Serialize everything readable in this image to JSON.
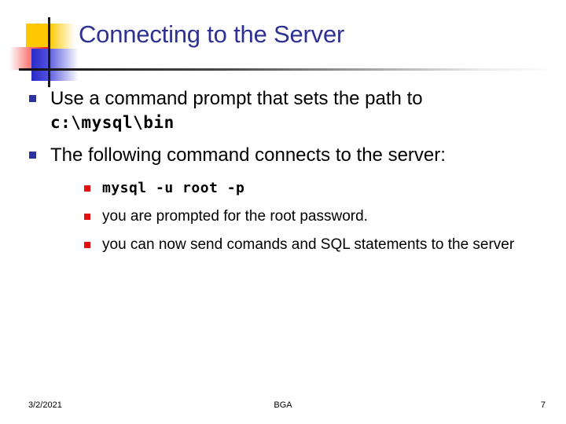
{
  "slide": {
    "title": "Connecting to the Server",
    "title_color": "#2E3192",
    "background": "#ffffff"
  },
  "decoration": {
    "yellow_color": "#FFC800",
    "red_color": "#F41111",
    "blue_color": "#2A2AC8",
    "line_color": "#1A1A1A"
  },
  "bullets": {
    "marker_color_level1": "#2B33A0",
    "marker_color_level2": "#E51111",
    "items": [
      {
        "level": 1,
        "text": "Use a command prompt that sets the path to",
        "mono_text": "c:\\mysql\\bin"
      },
      {
        "level": 1,
        "text": "The following command connects to the server:"
      }
    ],
    "sub_items": [
      {
        "level": 2,
        "mono": true,
        "text": "mysql -u root -p"
      },
      {
        "level": 2,
        "mono": false,
        "text": "you are prompted for the root password."
      },
      {
        "level": 2,
        "mono": false,
        "text": "you can now send comands and SQL statements to the server"
      }
    ]
  },
  "footer": {
    "date": "3/2/2021",
    "center": "BGA",
    "page_number": "7"
  }
}
